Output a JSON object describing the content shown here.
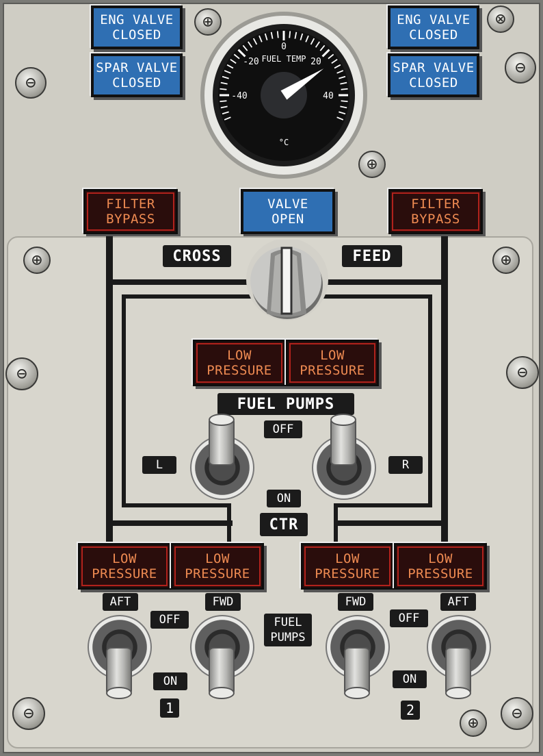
{
  "gauge": {
    "title": "FUEL TEMP",
    "unit": "°C",
    "ticks": [
      "-40",
      "-20",
      "0",
      "20",
      "40"
    ],
    "needle_value": 25
  },
  "annunciators": {
    "eng_valve_left": [
      "ENG VALVE",
      "CLOSED"
    ],
    "spar_valve_left": [
      "SPAR VALVE",
      "CLOSED"
    ],
    "eng_valve_right": [
      "ENG VALVE",
      "CLOSED"
    ],
    "spar_valve_right": [
      "SPAR VALVE",
      "CLOSED"
    ],
    "filter_bypass_left": [
      "FILTER",
      "BYPASS"
    ],
    "valve_open": [
      "VALVE",
      "OPEN"
    ],
    "filter_bypass_right": [
      "FILTER",
      "BYPASS"
    ],
    "ctr_low_left": [
      "LOW",
      "PRESSURE"
    ],
    "ctr_low_right": [
      "LOW",
      "PRESSURE"
    ],
    "t1_aft_low": [
      "LOW",
      "PRESSURE"
    ],
    "t1_fwd_low": [
      "LOW",
      "PRESSURE"
    ],
    "t2_fwd_low": [
      "LOW",
      "PRESSURE"
    ],
    "t2_aft_low": [
      "LOW",
      "PRESSURE"
    ]
  },
  "labels": {
    "cross": "CROSS",
    "feed": "FEED",
    "fuel_pumps_top": "FUEL PUMPS",
    "off_ctr": "OFF",
    "l": "L",
    "r": "R",
    "on_ctr": "ON",
    "ctr": "CTR",
    "aft_1": "AFT",
    "fwd_1": "FWD",
    "off_1": "OFF",
    "on_1": "ON",
    "num_1": "1",
    "fuel_pumps_bottom": [
      "FUEL",
      "PUMPS"
    ],
    "fwd_2": "FWD",
    "aft_2": "AFT",
    "off_2": "OFF",
    "on_2": "ON",
    "num_2": "2"
  }
}
